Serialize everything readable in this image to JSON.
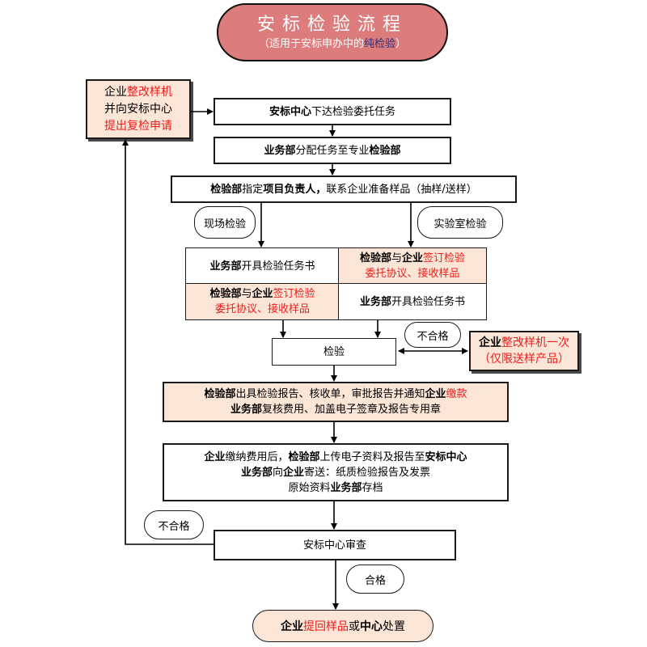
{
  "title": {
    "main": "安标检验流程",
    "subtitle_prefix": "（适用于安标申办中的",
    "subtitle_highlight": "纯检验",
    "subtitle_suffix": "）"
  },
  "rectify_box": {
    "line1_a": "企业",
    "line1_b": "整改样机",
    "line2": "并向安标中心",
    "line3": "提出复检申请"
  },
  "step1": {
    "bold": "安标中心",
    "text": "下达检验委托任务"
  },
  "step2": {
    "bold1": "业务部",
    "text": "分配任务至专业",
    "bold2": "检验部"
  },
  "step3": {
    "bold1": "检验部",
    "text1": "指定",
    "bold2": "项目负责人，",
    "text2": "联系企业准备样品（抽样/送样）"
  },
  "branch_left": "现场检验",
  "branch_right": "实验室检验",
  "grid": {
    "tl": {
      "bold": "业务部",
      "text": "开具检验任务书"
    },
    "tr": {
      "bold1": "检验部",
      "text1": "与",
      "bold2": "企业",
      "red1": "签订检验",
      "red2": "委托协议、接收样品"
    },
    "bl": {
      "bold1": "检验部",
      "text1": "与",
      "bold2": "企业",
      "red1": "签订检验",
      "red2": "委托协议、接收样品"
    },
    "br": {
      "bold": "业务部",
      "text": "开具检验任务书"
    }
  },
  "inspect": "检验",
  "fail_label_1": "不合格",
  "rectify_once": {
    "bold": "企业",
    "red": "整改样机一次",
    "line2": "（仅限送样产品）"
  },
  "report": {
    "l1_bold1": "检验部",
    "l1_text": "出具检验报告、核收单，审批报告并通知",
    "l1_bold2": "企业",
    "l1_red": "缴款",
    "l2_bold": "业务部",
    "l2_text": "复核费用、加盖电子签章及报告专用章"
  },
  "payment": {
    "l1_bold1": "企业",
    "l1_text1": "缴纳费用后，",
    "l1_bold2": "检验部",
    "l1_text2": "上传电子资料及报告至",
    "l1_bold3": "安标中心",
    "l2_bold1": "业务部",
    "l2_text1": "向",
    "l2_bold2": "企业",
    "l2_text2": "寄送：纸质检验报告及发票",
    "l3_text": "原始资料",
    "l3_bold": "业务部",
    "l3_text2": "存档"
  },
  "review": "安标中心审查",
  "fail_label_2": "不合格",
  "pass_label": "合格",
  "end": {
    "bold1": "企业",
    "red": "提回样品",
    "text1": "或",
    "bold2": "中心",
    "text2": "处置"
  },
  "colors": {
    "title_fill": "#dc7c7c",
    "shade_fill": "#fbe5d6",
    "red_text": "#ee1c1c",
    "navy_text": "#2a2f7a"
  }
}
